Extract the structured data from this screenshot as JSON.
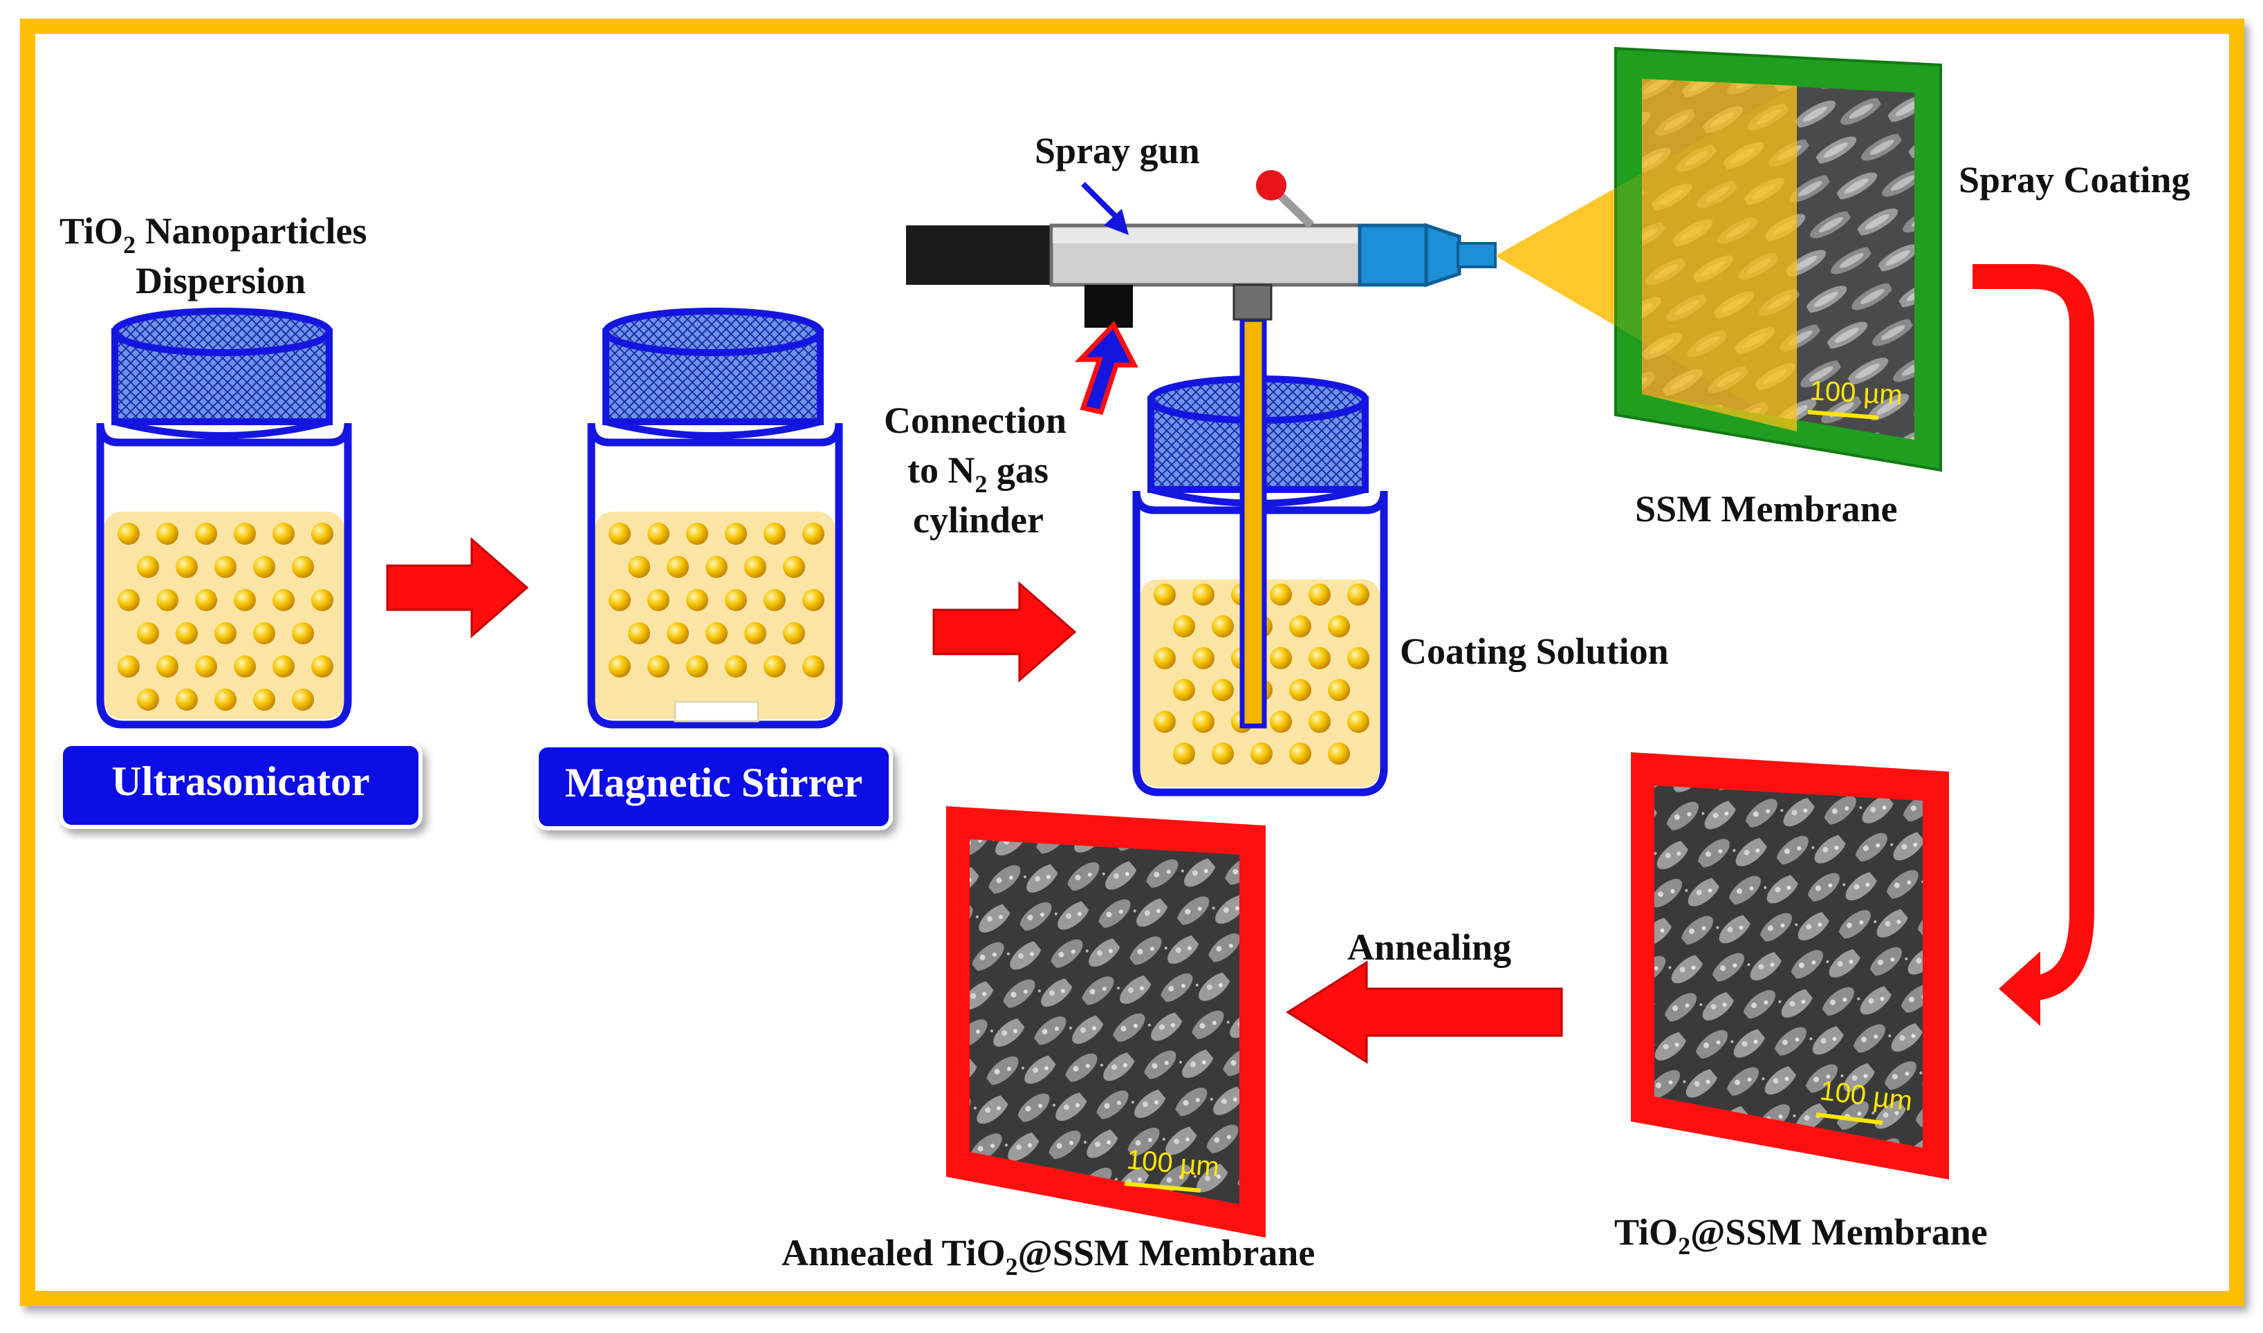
{
  "labels": {
    "tio2_prefix": "TiO",
    "tio2_sub": "2",
    "dispersion_line1_suffix": " Nanoparticles",
    "dispersion_line2": "Dispersion",
    "spray_gun": "Spray gun",
    "connection_line1": "Connection",
    "connection_line2_prefix": "to N",
    "connection_line2_sub": "2",
    "connection_line2_suffix": " gas",
    "connection_line3": "cylinder",
    "coating_solution": "Coating Solution",
    "ssm_membrane": "SSM Membrane",
    "spray_coating": "Spray Coating",
    "tio2_ssm_suffix": "@SSM Membrane",
    "annealed_prefix": "Annealed TiO",
    "annealing": "Annealing"
  },
  "buttons": {
    "ultrasonicator": "Ultrasonicator",
    "magnetic_stirrer": "Magnetic Stirrer"
  },
  "scale_bars": {
    "ssm": "100 µm",
    "tio2_ssm": "100 µm",
    "annealed": "100 µm"
  },
  "colors": {
    "frame": "#fcbf00",
    "jar_outline": "#1515e0",
    "lid_fill": "#5b86e6",
    "solution": "#fbe5a5",
    "particle": "#f4b400",
    "arrow": "#ff0d0d",
    "button_bg": "#0b10e6",
    "membrane_green": "#1f9e1f",
    "membrane_red": "#ff1010",
    "spray_cone": "#ffc21a",
    "gun_body": "#c9c9c9",
    "gun_nozzle": "#1c8fd6"
  }
}
